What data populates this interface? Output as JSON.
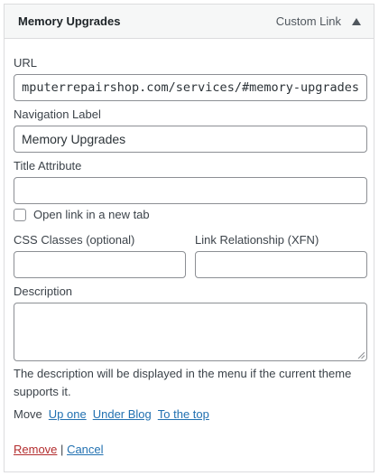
{
  "header": {
    "title": "Memory Upgrades",
    "item_type": "Custom Link",
    "toggle_icon": "triangle-up-icon"
  },
  "fields": {
    "url": {
      "label": "URL",
      "value": "computerrepairshop.com/services/#memory-upgrades"
    },
    "nav_label": {
      "label": "Navigation Label",
      "value": "Memory Upgrades"
    },
    "title_attr": {
      "label": "Title Attribute",
      "value": ""
    },
    "new_tab": {
      "label": "Open link in a new tab",
      "checked": false
    },
    "css_classes": {
      "label": "CSS Classes (optional)",
      "value": ""
    },
    "xfn": {
      "label": "Link Relationship (XFN)",
      "value": ""
    },
    "description": {
      "label": "Description",
      "value": "",
      "help": "The description will be displayed in the menu if the current theme supports it."
    }
  },
  "move": {
    "label": "Move",
    "up_one": "Up one",
    "under_blog": "Under Blog",
    "to_top": "To the top"
  },
  "actions": {
    "remove": "Remove",
    "separator": "|",
    "cancel": "Cancel"
  },
  "colors": {
    "link": "#2271b1",
    "remove": "#b32d2e",
    "border": "#8c8f94"
  }
}
